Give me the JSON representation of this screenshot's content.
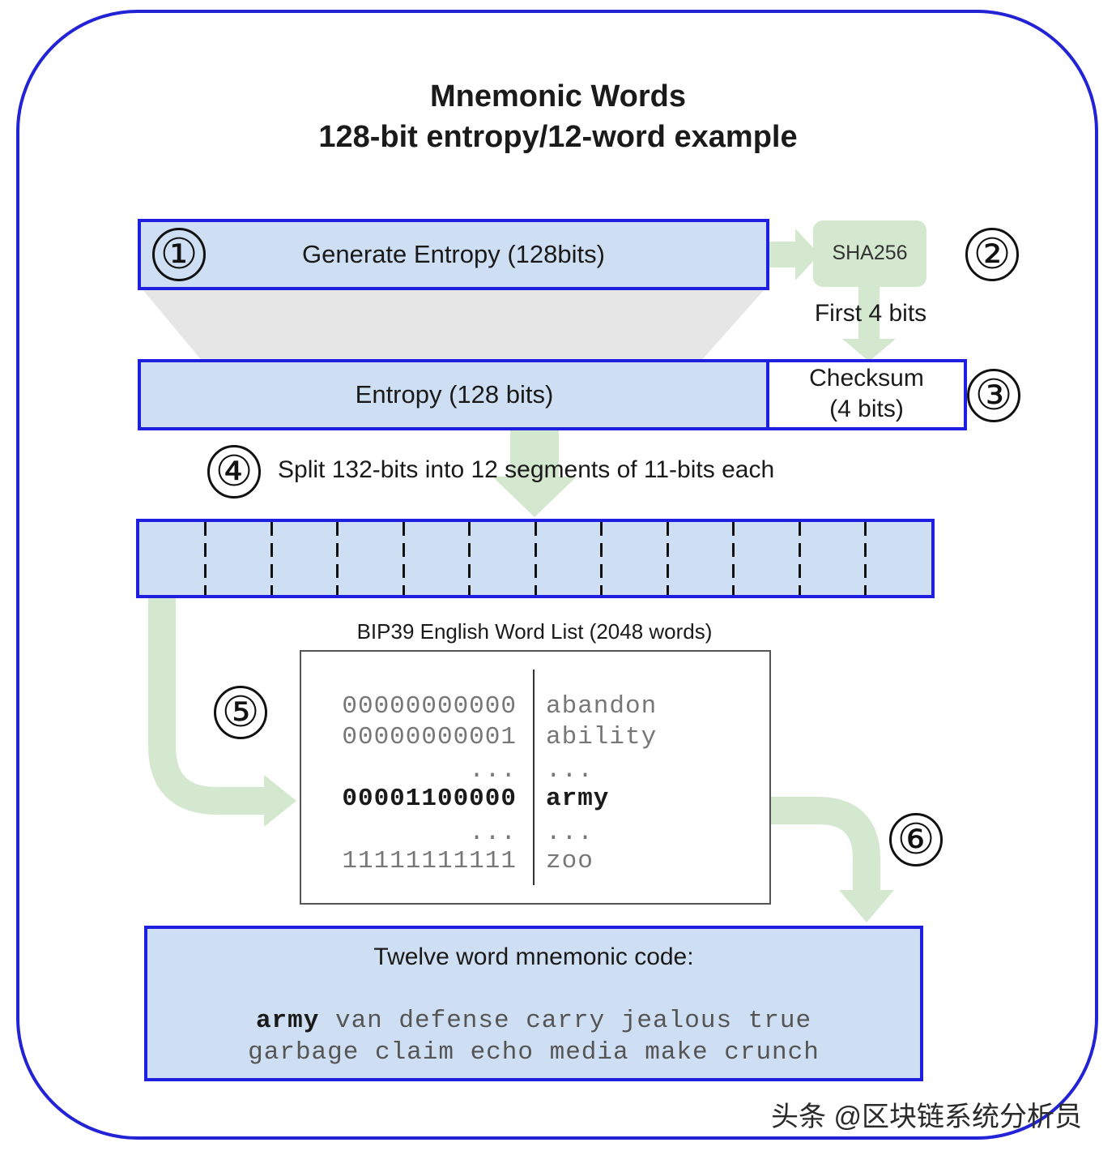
{
  "title": {
    "line1": "Mnemonic Words",
    "line2": "128-bit entropy/12-word example"
  },
  "steps": {
    "step1": {
      "number": "①",
      "label": "Generate Entropy (128bits)"
    },
    "step2": {
      "number": "②",
      "label": "SHA256",
      "arrow_label": "First 4 bits"
    },
    "step3": {
      "number": "③",
      "entropy_label": "Entropy (128 bits)",
      "checksum_line1": "Checksum",
      "checksum_line2": "(4 bits)"
    },
    "step4": {
      "number": "④",
      "label": "Split 132-bits into 12 segments of 11-bits each",
      "segments": 12
    },
    "step5": {
      "number": "⑤",
      "wordlist_title": "BIP39 English Word List (2048 words)",
      "rows": [
        {
          "bits": "00000000000",
          "word": "abandon",
          "bold": false
        },
        {
          "bits": "00000000001",
          "word": "ability",
          "bold": false
        },
        {
          "bits": "...",
          "word": "...",
          "bold": false
        },
        {
          "bits": "00001100000",
          "word": "army",
          "bold": true
        },
        {
          "bits": "...",
          "word": "...",
          "bold": false
        },
        {
          "bits": "11111111111",
          "word": "zoo",
          "bold": false
        }
      ]
    },
    "step6": {
      "number": "⑥",
      "heading": "Twelve word mnemonic code:",
      "first_word": "army",
      "line1_rest": "van defense carry jealous true",
      "line2": "garbage claim echo media make crunch"
    }
  },
  "watermark": "头条 @区块链系统分析员",
  "colors": {
    "frame": "#2323d6",
    "box_fill": "#cfdff3",
    "box_border": "#1f1fe0",
    "arrow_green": "#d3e8cf",
    "funnel_gray": "#e6e6e6"
  }
}
